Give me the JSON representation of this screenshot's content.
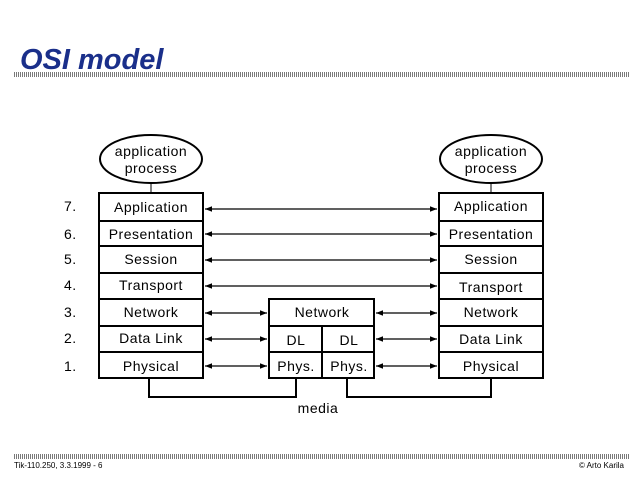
{
  "title": "OSI model",
  "footer": {
    "left": "Tik-110.250, 3.3.1999 - 6",
    "right": "© Arto Karila"
  },
  "diagram": {
    "app_process_label": [
      "application",
      "process"
    ],
    "layer_numbers": [
      "7.",
      "6.",
      "5.",
      "4.",
      "3.",
      "2.",
      "1."
    ],
    "layers": [
      "Application",
      "Presentation",
      "Session",
      "Transport",
      "Network",
      "Data Link",
      "Physical"
    ],
    "relay": {
      "network": "Network",
      "dl_left": "DL",
      "dl_right": "DL",
      "phys_left": "Phys.",
      "phys_right": "Phys."
    },
    "media_label": "media"
  }
}
